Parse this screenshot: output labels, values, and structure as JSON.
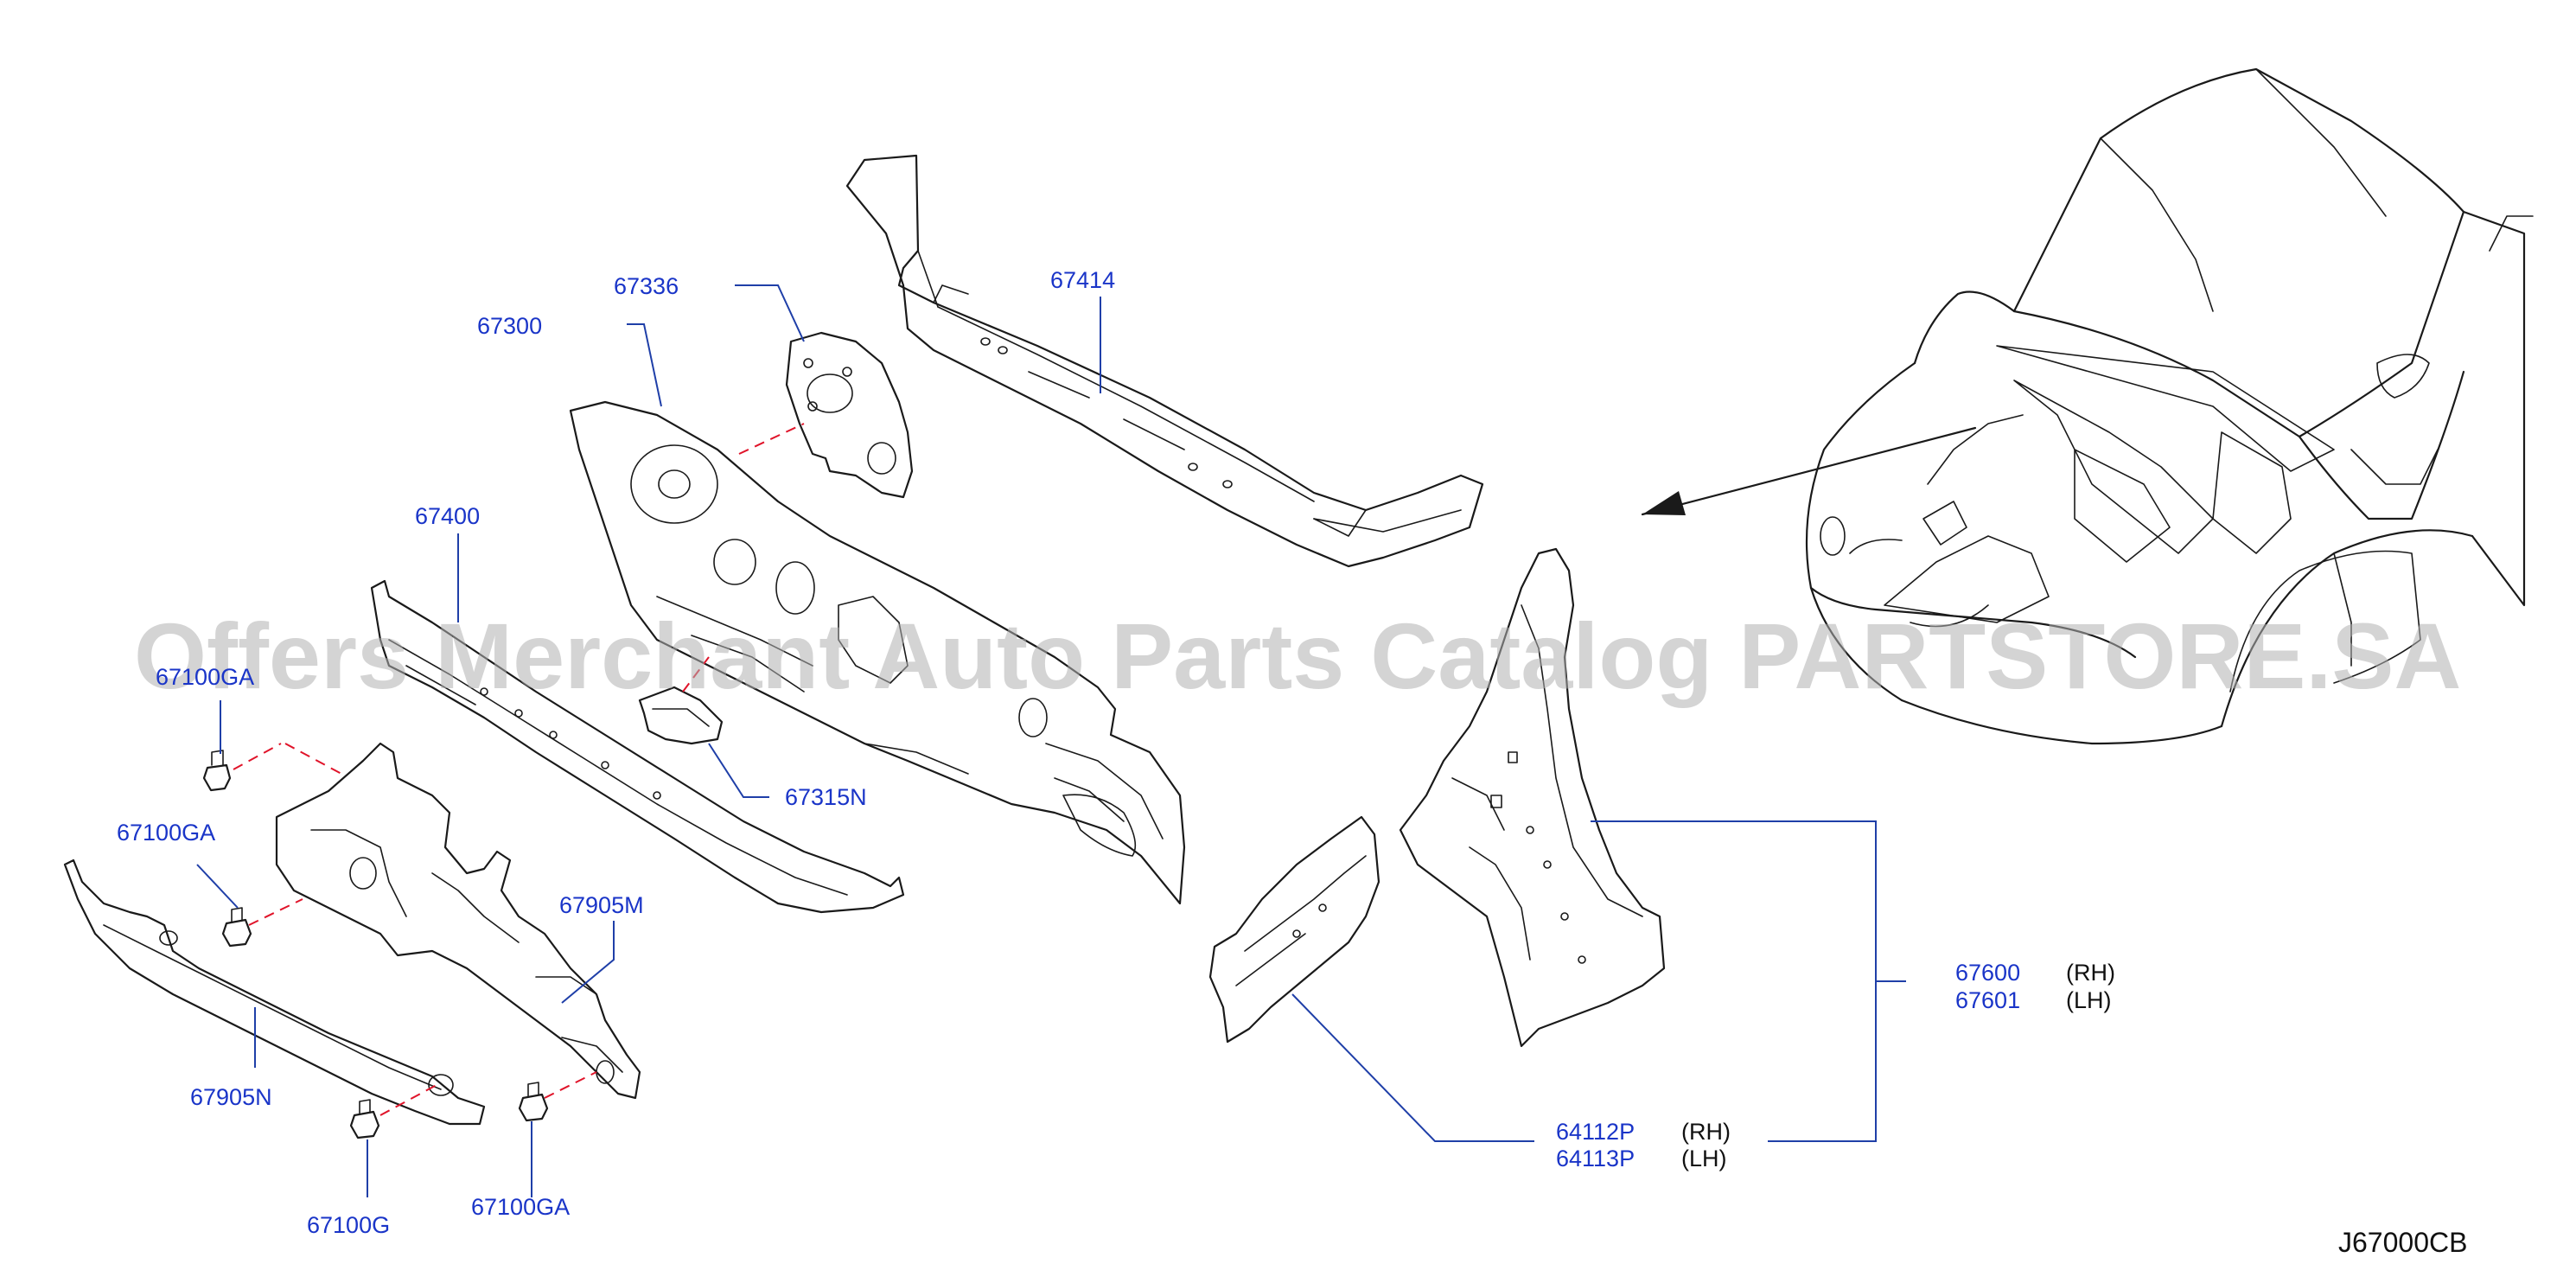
{
  "diagram": {
    "reference_code": "J67000CB",
    "watermark": "Offers Merchant Auto Parts Catalog PARTSTORE.SA",
    "labels": {
      "p67336": "67336",
      "p67414": "67414",
      "p67300": "67300",
      "p67400": "67400",
      "p67100ga_top": "67100GA",
      "p67100ga_mid": "67100GA",
      "p67315n": "67315N",
      "p67905m": "67905M",
      "p67905n": "67905N",
      "p67100g": "67100G",
      "p67100ga_bottom": "67100GA",
      "p67600": "67600",
      "p67601": "67601",
      "p64112p": "64112P",
      "p64113p": "64113P"
    },
    "sides": {
      "p67600": "(RH)",
      "p67601": "(LH)",
      "p64112p": "(RH)",
      "p64113p": "(LH)"
    },
    "colors": {
      "label_text": "#1a35c8",
      "leader_line": "#1f3fa8",
      "hidden_line": "#e0142a",
      "outline": "#1a1a1a",
      "watermark": "#b0b0b0"
    }
  }
}
